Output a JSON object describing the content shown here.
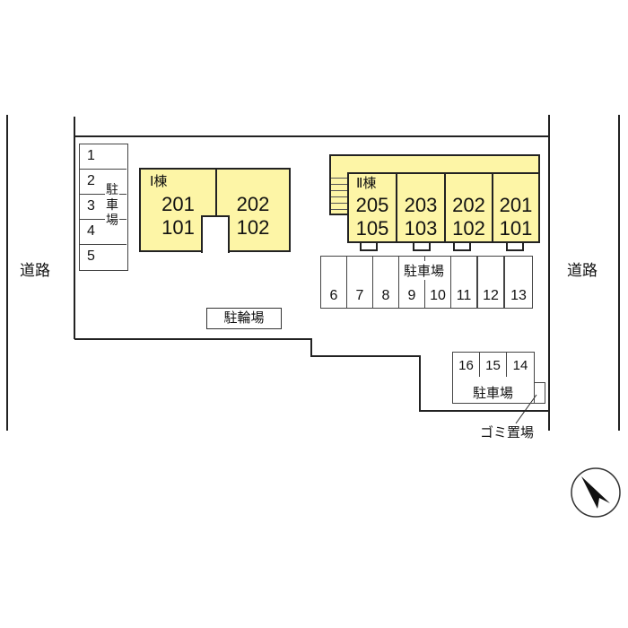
{
  "road": {
    "left": "道路",
    "right": "道路"
  },
  "parking_a": {
    "label": "駐車場",
    "spaces": [
      "1",
      "2",
      "3",
      "4",
      "5"
    ]
  },
  "building_1": {
    "name": "Ⅰ棟",
    "units": [
      {
        "upper": "201",
        "lower": "101"
      },
      {
        "upper": "202",
        "lower": "102"
      }
    ]
  },
  "building_2": {
    "name": "Ⅱ棟",
    "units": [
      {
        "upper": "205",
        "lower": "105"
      },
      {
        "upper": "203",
        "lower": "103"
      },
      {
        "upper": "202",
        "lower": "102"
      },
      {
        "upper": "201",
        "lower": "101"
      }
    ]
  },
  "parking_b": {
    "label": "駐車場",
    "spaces": [
      "6",
      "7",
      "8",
      "9",
      "10",
      "11",
      "12",
      "13"
    ]
  },
  "bicycle_parking": "駐輪場",
  "parking_c": {
    "label": "駐車場",
    "spaces": [
      "16",
      "15",
      "14"
    ]
  },
  "garbage": "ゴミ置場",
  "colors": {
    "building": "#fdf5a6",
    "line": "#222222"
  }
}
